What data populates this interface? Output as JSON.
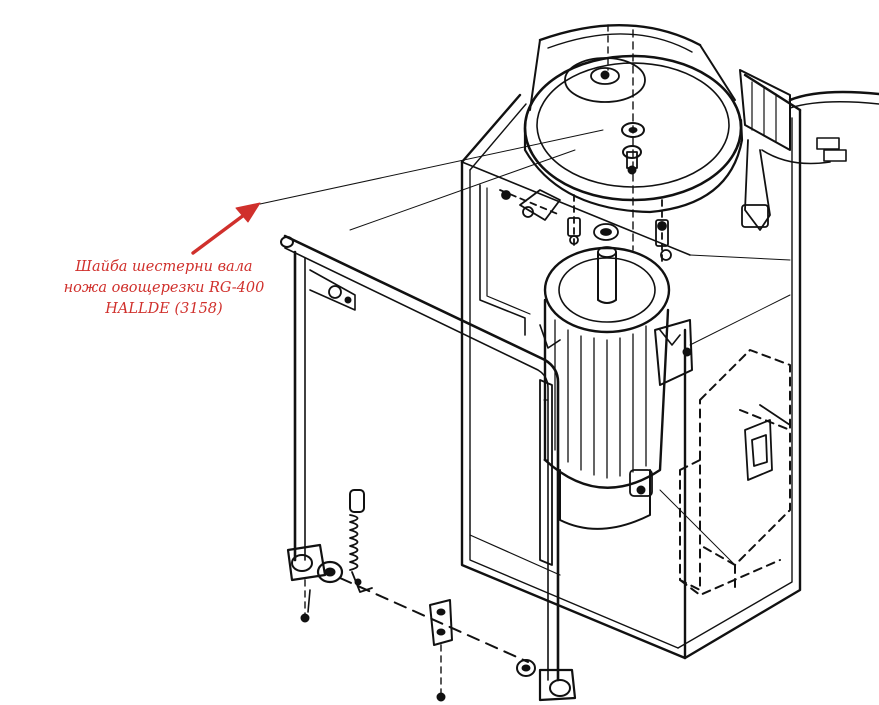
{
  "callout": {
    "lines": [
      "Шайба шестерни вала",
      "ножа овощерезки RG-400",
      "HALLDE (3158)"
    ],
    "color": "#d0302c"
  },
  "icons": {
    "arrow": "red-pointer-arrow"
  },
  "colors": {
    "ink": "#111111",
    "accent": "#d0302c",
    "background": "#ffffff"
  }
}
